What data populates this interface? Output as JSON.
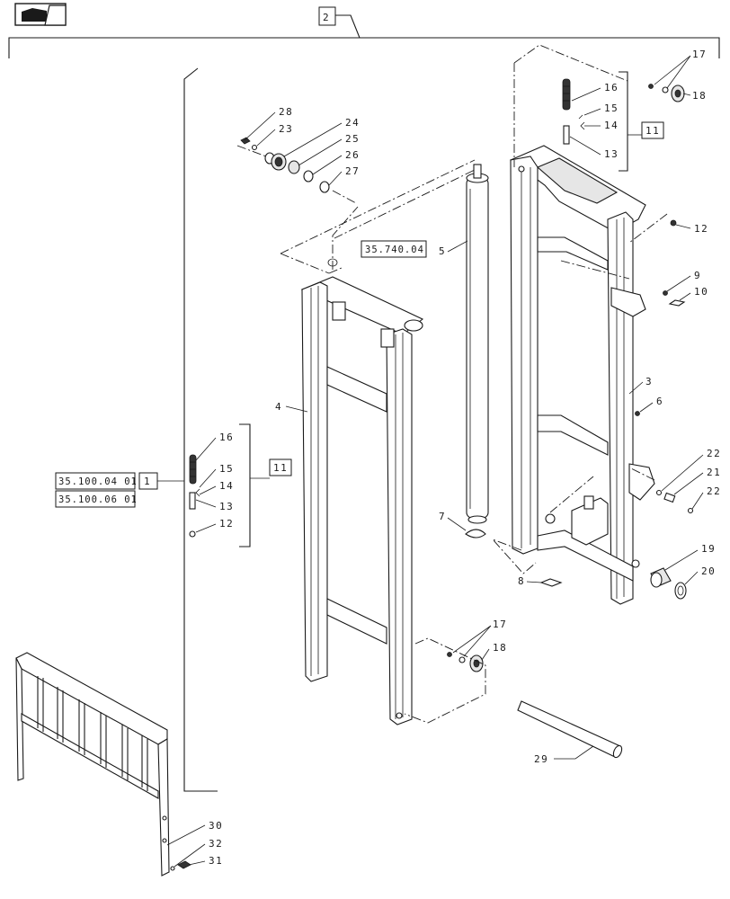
{
  "nav_icon": "page-return-icon",
  "labels": {
    "assembly": "2",
    "ref_a": "35.740.04",
    "ref_b1": "35.100.04 01",
    "ref_b2": "35.100.06 01",
    "ref_box1": "1",
    "kit_left": "11",
    "kit_right": "11",
    "n3": "3",
    "n4": "4",
    "n5": "5",
    "n6": "6",
    "n7": "7",
    "n8": "8",
    "n9": "9",
    "n10": "10",
    "n12a": "12",
    "n12b": "12",
    "n13a": "13",
    "n13b": "13",
    "n14a": "14",
    "n14b": "14",
    "n15a": "15",
    "n15b": "15",
    "n16a": "16",
    "n16b": "16",
    "n17a": "17",
    "n17b": "17",
    "n18a": "18",
    "n18b": "18",
    "n19": "19",
    "n20": "20",
    "n21": "21",
    "n22a": "22",
    "n22b": "22",
    "n23": "23",
    "n24": "24",
    "n25": "25",
    "n26": "26",
    "n27": "27",
    "n28": "28",
    "n29": "29",
    "n30": "30",
    "n31": "31",
    "n32": "32"
  }
}
